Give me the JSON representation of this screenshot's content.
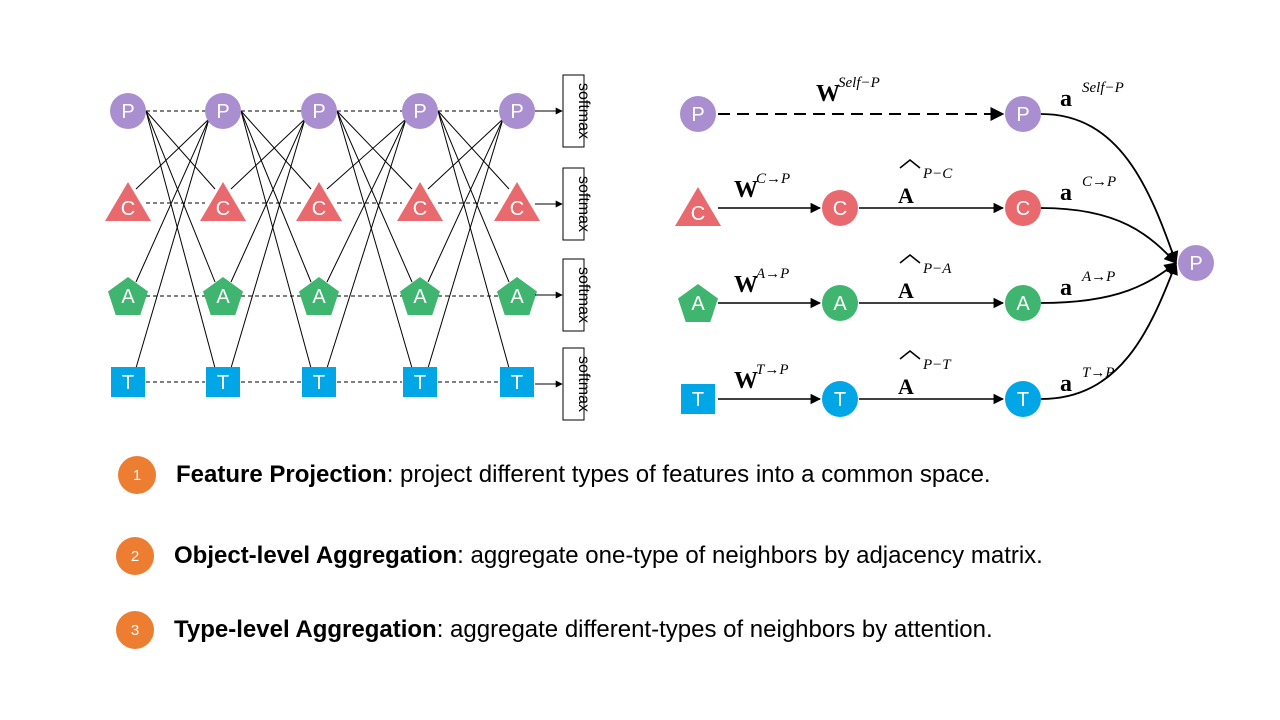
{
  "colors": {
    "P": "#A98FD0",
    "C": "#E86A6E",
    "A": "#3FB56F",
    "T": "#00A6E6",
    "step": "#ED7D31"
  },
  "left_network": {
    "node_labels": {
      "P": "P",
      "C": "C",
      "A": "A",
      "T": "T"
    },
    "shapes": {
      "P": "circle",
      "C": "triangle",
      "A": "pentagon",
      "T": "square"
    },
    "output_label": "softmax"
  },
  "right_network": {
    "rows": [
      {
        "type": "P",
        "src_shape": "circle",
        "src_label": "P",
        "mid_label": "",
        "dst_label": "P",
        "w_main": "W",
        "w_sup": "Self−P",
        "a_sup": "",
        "out_main": "a",
        "out_sup": "Self−P"
      },
      {
        "type": "C",
        "src_shape": "triangle",
        "src_label": "C",
        "mid_label": "C",
        "dst_label": "C",
        "w_main": "W",
        "w_sup": "C→P",
        "a_sup": "P−C",
        "out_main": "a",
        "out_sup": "C→P"
      },
      {
        "type": "A",
        "src_shape": "pentagon",
        "src_label": "A",
        "mid_label": "A",
        "dst_label": "A",
        "w_main": "W",
        "w_sup": "A→P",
        "a_sup": "P−A",
        "out_main": "a",
        "out_sup": "A→P"
      },
      {
        "type": "T",
        "src_shape": "square",
        "src_label": "T",
        "mid_label": "T",
        "dst_label": "T",
        "w_main": "W",
        "w_sup": "T→P",
        "a_sup": "P−T",
        "out_main": "a",
        "out_sup": "T→P"
      }
    ],
    "a_main": "A",
    "final_label": "P"
  },
  "steps": [
    {
      "number": "1",
      "title": "Feature Projection",
      "text": ": project different types of features into a common space."
    },
    {
      "number": "2",
      "title": "Object-level Aggregation",
      "text": ": aggregate one-type of neighbors by adjacency matrix."
    },
    {
      "number": "3",
      "title": "Type-level Aggregation",
      "text": ": aggregate different-types of neighbors by attention."
    }
  ]
}
